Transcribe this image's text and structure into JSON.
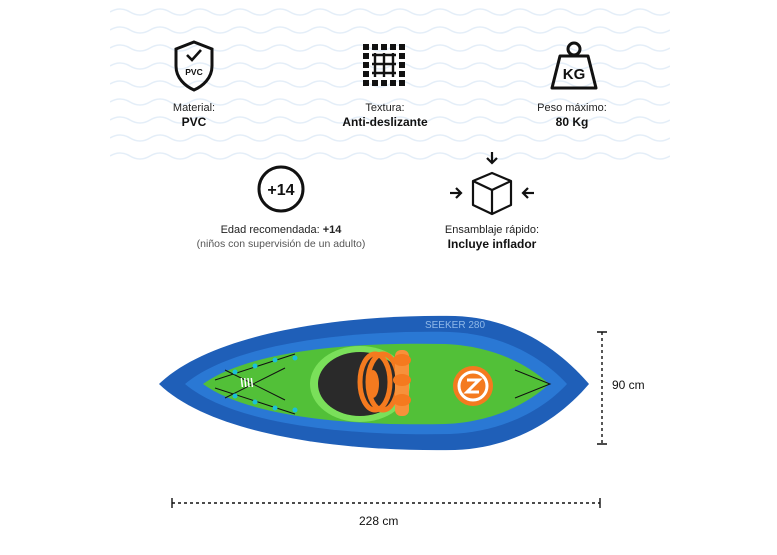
{
  "features": {
    "material": {
      "label": "Material:",
      "value": "PVC",
      "icon_text": "PVC",
      "icon": "shield-check-icon"
    },
    "textura": {
      "label": "Textura:",
      "value": "Anti-deslizante",
      "icon": "grid-texture-icon"
    },
    "peso": {
      "label": "Peso máximo:",
      "value": "80 Kg",
      "icon_text": "KG",
      "icon": "weight-icon"
    },
    "edad": {
      "label": "Edad recomendada:",
      "value": "+14",
      "note": "(niños con supervisión de un adulto)",
      "icon_text": "+14",
      "icon": "age-badge-icon"
    },
    "ensamblaje": {
      "label": "Ensamblaje rápido:",
      "value": "Incluye inflador",
      "icon": "box-arrows-icon"
    }
  },
  "kayak": {
    "hull_text": "SEEKER 280",
    "width_label": "90 cm",
    "length_label": "228 cm",
    "colors": {
      "hull": "#1f5fb8",
      "deck": "#52c038",
      "accent": "#f47a1f"
    }
  }
}
